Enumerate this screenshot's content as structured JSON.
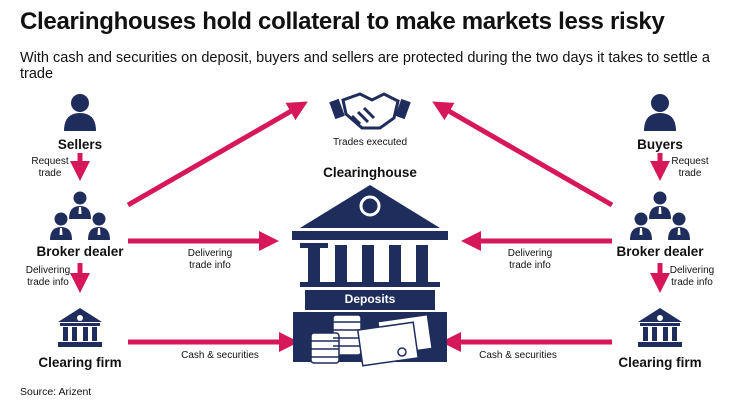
{
  "title": "Clearinghouses hold collateral to make markets less risky",
  "subtitle": "With cash and securities on deposit, buyers and sellers are protected during the two days it takes to settle a trade",
  "left": {
    "party": "Sellers",
    "request": [
      "Request",
      "trade"
    ],
    "broker": "Broker dealer",
    "deliver": [
      "Delivering",
      "trade info"
    ],
    "firm": "Clearing firm"
  },
  "right": {
    "party": "Buyers",
    "request": [
      "Request",
      "trade"
    ],
    "broker": "Broker dealer",
    "deliver": [
      "Delivering",
      "trade info"
    ],
    "firm": "Clearing firm"
  },
  "center": {
    "trades": "Trades executed",
    "clearinghouse": "Clearinghouse",
    "deposits": "Deposits"
  },
  "flows": {
    "left_deliver": [
      "Delivering",
      "trade info"
    ],
    "right_deliver": [
      "Delivering",
      "trade info"
    ],
    "left_cash": "Cash & securities",
    "right_cash": "Cash & securities"
  },
  "source": "Source: Arizent",
  "colors": {
    "navy": "#1f2d5c",
    "accent": "#d6185b"
  }
}
